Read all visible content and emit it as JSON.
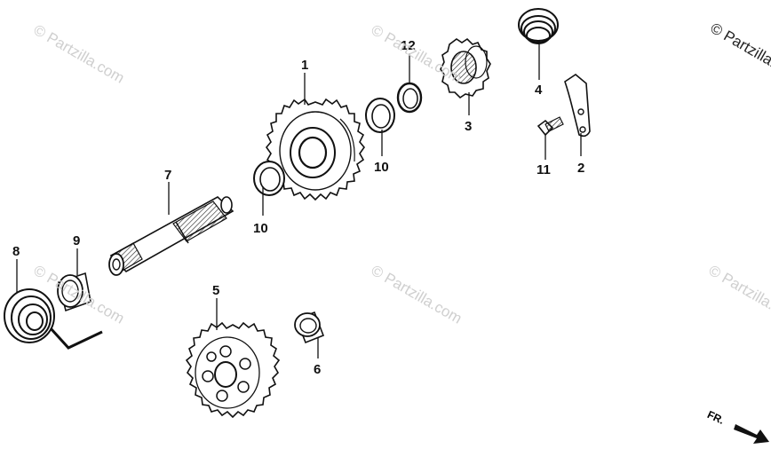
{
  "copyright": "© Partzilla.com",
  "watermark": "© Partzilla.com",
  "front_marker": "FR.",
  "callouts": {
    "c1": "1",
    "c2": "2",
    "c3": "3",
    "c4": "4",
    "c5": "5",
    "c6": "6",
    "c7": "7",
    "c8": "8",
    "c9": "9",
    "c10a": "10",
    "c10b": "10",
    "c11": "11",
    "c12": "12"
  }
}
